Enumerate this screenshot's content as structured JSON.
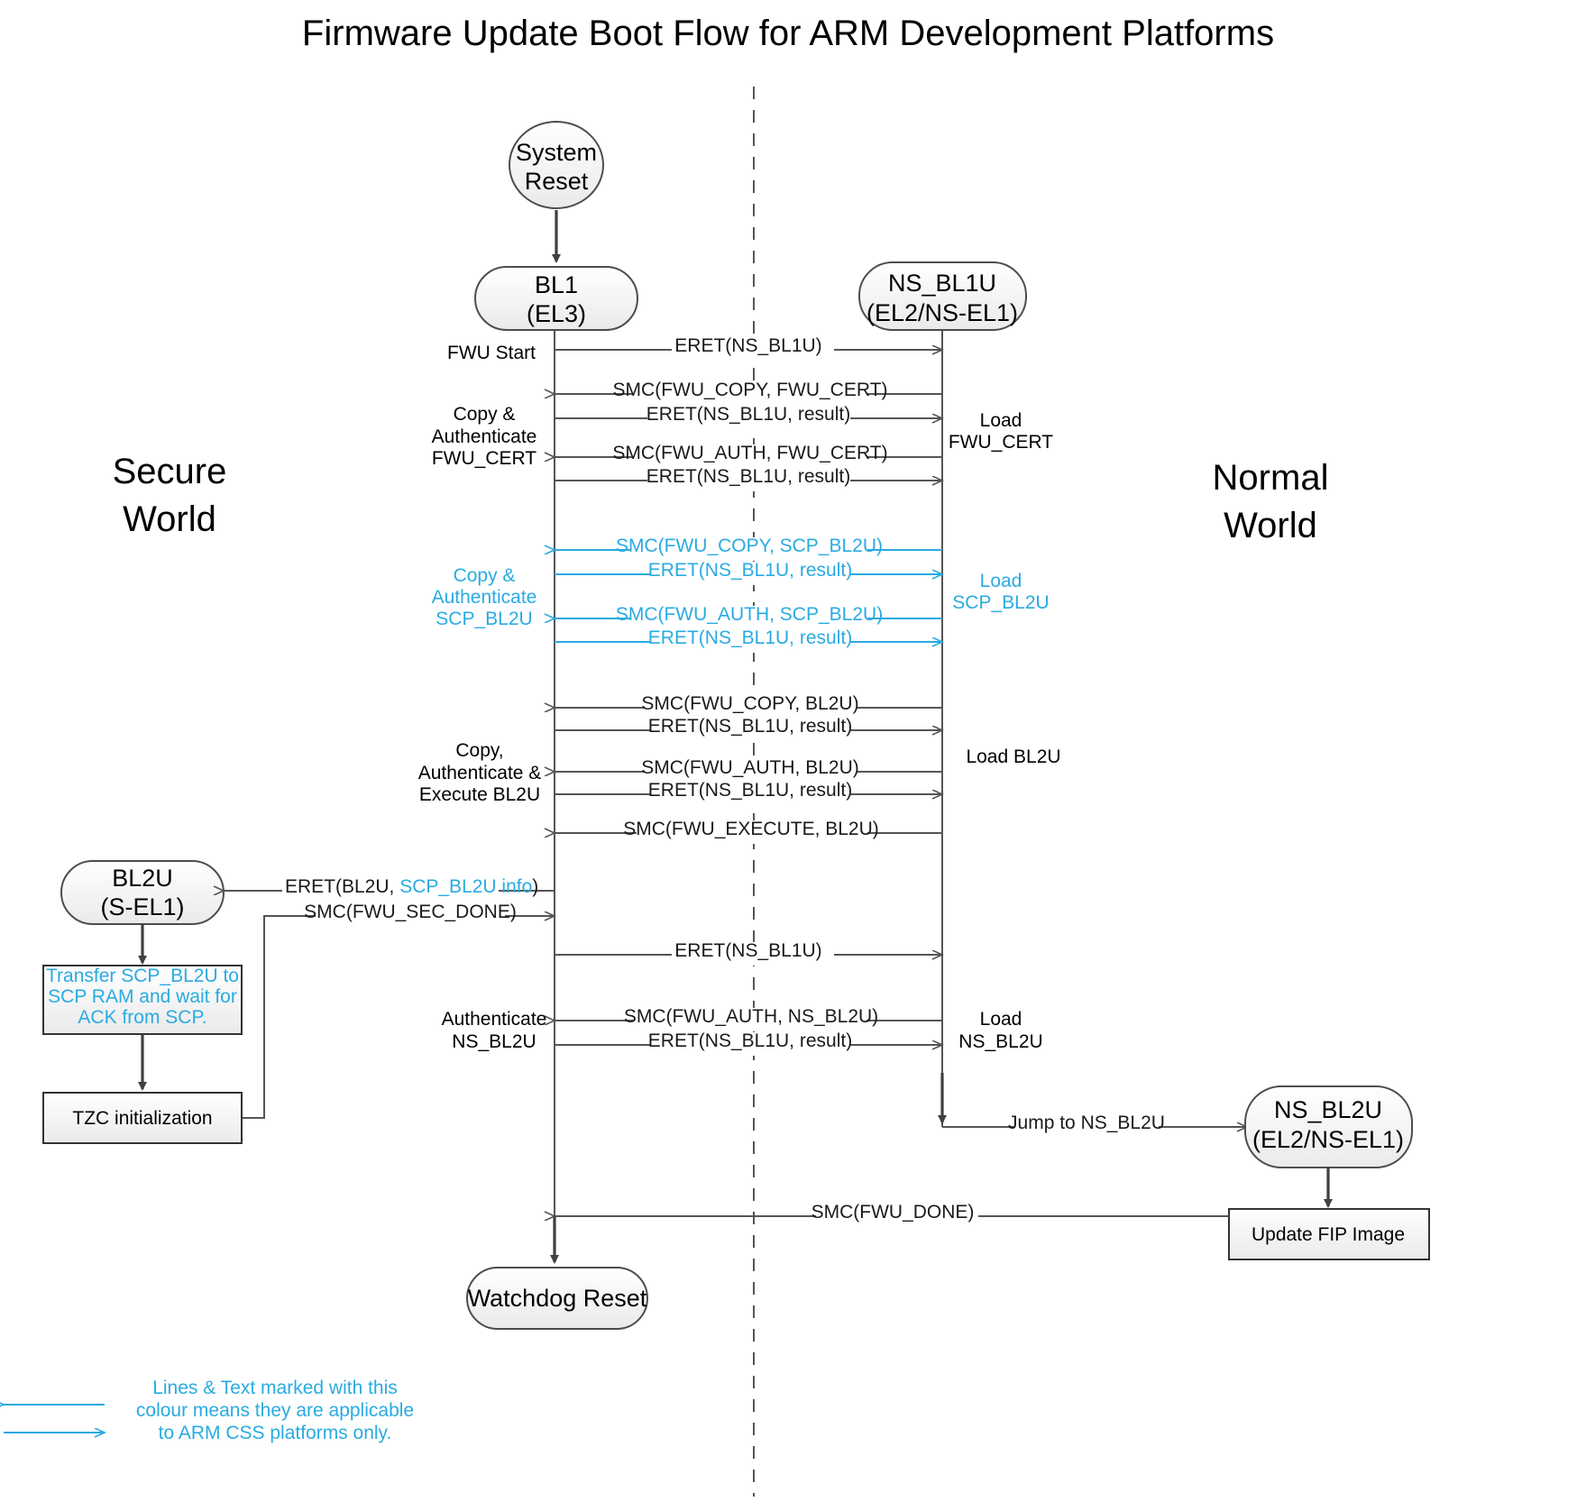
{
  "title": "Firmware Update Boot Flow for ARM Development Platforms",
  "colors": {
    "css_accent": "#29abe2",
    "line": "#555555",
    "flow_line": "#404040",
    "text": "#000000"
  },
  "world_labels": {
    "secure_line1": "Secure",
    "secure_line2": "World",
    "normal_line1": "Normal",
    "normal_line2": "World"
  },
  "nodes": {
    "system_reset": {
      "line1": "System",
      "line2": "Reset",
      "shape": "ellipse"
    },
    "bl1": {
      "line1": "BL1",
      "line2": "(EL3)",
      "shape": "rounded"
    },
    "ns_bl1u": {
      "line1": "NS_BL1U",
      "line2": "(EL2/NS-EL1)",
      "shape": "rounded"
    },
    "bl2u": {
      "line1": "BL2U",
      "line2": "(S-EL1)",
      "shape": "rounded"
    },
    "ns_bl2u": {
      "line1": "NS_BL2U",
      "line2": "(EL2/NS-EL1)",
      "shape": "rounded"
    },
    "watchdog_reset": {
      "line1": "Watchdog Reset",
      "shape": "rounded"
    },
    "transfer_scp": {
      "line1": "Transfer SCP_BL2U to",
      "line2": "SCP RAM and wait for",
      "line3": "ACK from SCP.",
      "shape": "rect",
      "accent": true
    },
    "tzc_init": {
      "line1": "TZC initialization",
      "shape": "rect"
    },
    "update_fip": {
      "line1": "Update FIP Image",
      "shape": "rect"
    }
  },
  "messages": [
    {
      "id": "m1",
      "label": "ERET(NS_BL1U)",
      "dir": "right",
      "accent": false
    },
    {
      "id": "m2",
      "label": "SMC(FWU_COPY, FWU_CERT)",
      "dir": "left",
      "accent": false
    },
    {
      "id": "m3",
      "label": "ERET(NS_BL1U, result)",
      "dir": "right",
      "accent": false
    },
    {
      "id": "m4",
      "label": "SMC(FWU_AUTH, FWU_CERT)",
      "dir": "left",
      "accent": false
    },
    {
      "id": "m5",
      "label": "ERET(NS_BL1U, result)",
      "dir": "right",
      "accent": false
    },
    {
      "id": "m6",
      "label": "SMC(FWU_COPY, SCP_BL2U)",
      "dir": "left",
      "accent": true
    },
    {
      "id": "m7",
      "label": "ERET(NS_BL1U, result)",
      "dir": "right",
      "accent": true
    },
    {
      "id": "m8",
      "label": "SMC(FWU_AUTH, SCP_BL2U)",
      "dir": "left",
      "accent": true
    },
    {
      "id": "m9",
      "label": "ERET(NS_BL1U, result)",
      "dir": "right",
      "accent": true
    },
    {
      "id": "m10",
      "label": "SMC(FWU_COPY, BL2U)",
      "dir": "left",
      "accent": false
    },
    {
      "id": "m11",
      "label": "ERET(NS_BL1U, result)",
      "dir": "right",
      "accent": false
    },
    {
      "id": "m12",
      "label": "SMC(FWU_AUTH, BL2U)",
      "dir": "left",
      "accent": false
    },
    {
      "id": "m13",
      "label": "ERET(NS_BL1U, result)",
      "dir": "right",
      "accent": false
    },
    {
      "id": "m14",
      "label": "SMC(FWU_EXECUTE, BL2U)",
      "dir": "left",
      "accent": false
    },
    {
      "id": "m17",
      "label": "ERET(NS_BL1U)",
      "dir": "right",
      "accent": false
    },
    {
      "id": "m18",
      "label": "SMC(FWU_AUTH, NS_BL2U)",
      "dir": "left",
      "accent": false
    },
    {
      "id": "m19",
      "label": "ERET(NS_BL1U, result)",
      "dir": "right",
      "accent": false
    },
    {
      "id": "m20",
      "label": "Jump to NS_BL2U",
      "dir": "right",
      "accent": false
    },
    {
      "id": "m21",
      "label": "SMC(FWU_DONE)",
      "dir": "left",
      "accent": false
    }
  ],
  "bl2u_messages": {
    "eret_bl2u_prefix": "ERET(BL2U, ",
    "eret_bl2u_accent": "SCP_BL2U info",
    "eret_bl2u_suffix": ")",
    "smc_sec_done": "SMC(FWU_SEC_DONE)"
  },
  "left_annotations": [
    {
      "id": "a1",
      "lines": [
        "FWU Start"
      ],
      "accent": false
    },
    {
      "id": "a2",
      "lines": [
        "Copy &",
        "Authenticate",
        "FWU_CERT"
      ],
      "accent": false
    },
    {
      "id": "a3",
      "lines": [
        "Copy &",
        "Authenticate",
        "SCP_BL2U"
      ],
      "accent": true
    },
    {
      "id": "a4",
      "lines": [
        "Copy,",
        "Authenticate &",
        "Execute BL2U"
      ],
      "accent": false
    },
    {
      "id": "a5",
      "lines": [
        "Authenticate",
        "NS_BL2U"
      ],
      "accent": false
    }
  ],
  "right_annotations": [
    {
      "id": "b1",
      "lines": [
        "Load",
        "FWU_CERT"
      ],
      "accent": false
    },
    {
      "id": "b2",
      "lines": [
        "Load",
        "SCP_BL2U"
      ],
      "accent": true
    },
    {
      "id": "b3",
      "lines": [
        "Load BL2U"
      ],
      "accent": false
    },
    {
      "id": "b4",
      "lines": [
        "Load",
        "NS_BL2U"
      ],
      "accent": false
    }
  ],
  "legend": {
    "line1": "Lines & Text marked with this",
    "line2": "colour means they are applicable",
    "line3": "to ARM CSS platforms only."
  }
}
